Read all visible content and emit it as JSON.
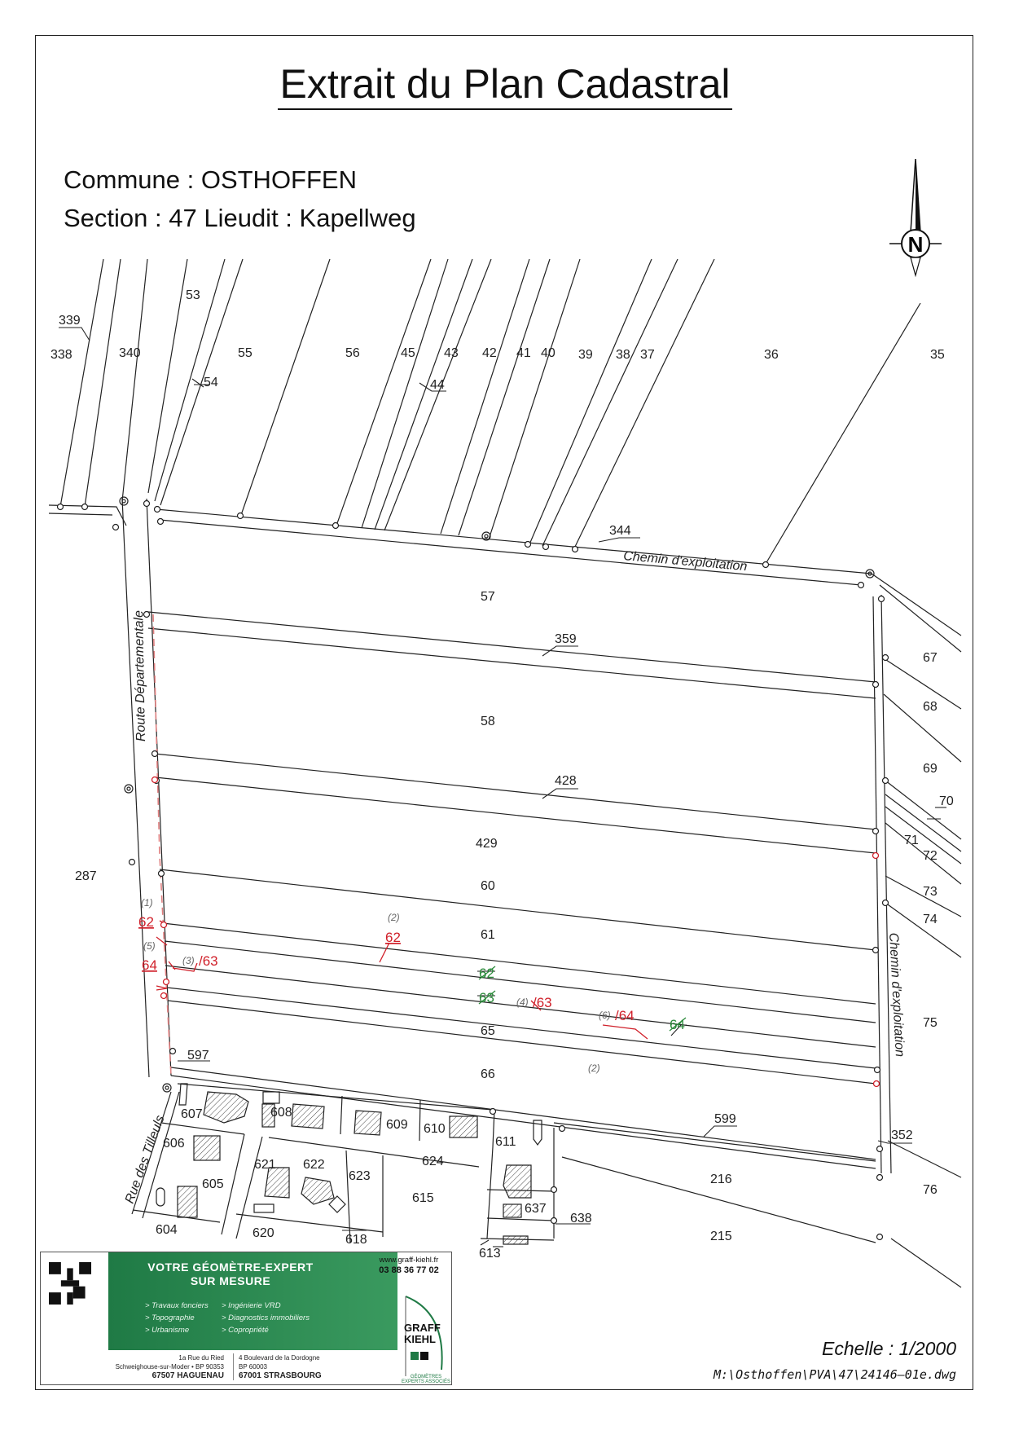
{
  "title": "Extrait du Plan Cadastral",
  "commune_line": "Commune : OSTHOFFEN",
  "section_line": "Section : 47 Lieudit : Kapellweg",
  "north_letter": "N",
  "streets": {
    "route": "Route Départementale",
    "chemin_top": "Chemin d'exploitation",
    "chemin_right": "Chemin d'exploitation",
    "tilleuls": "Rue des Tilleuls"
  },
  "parcels": {
    "p339": "339",
    "p338": "338",
    "p340": "340",
    "p53": "53",
    "p55": "55",
    "p54": "54",
    "p56": "56",
    "p45": "45",
    "p43": "43",
    "p44": "44",
    "p42": "42",
    "p41": "41",
    "p40": "40",
    "p39": "39",
    "p38": "38",
    "p37": "37",
    "p36": "36",
    "p35": "35",
    "p344": "344",
    "p57": "57",
    "p359": "359",
    "p58": "58",
    "p428": "428",
    "p429": "429",
    "p60": "60",
    "p61": "61",
    "p65": "65",
    "p66": "66",
    "p287": "287",
    "p597": "597",
    "p67": "67",
    "p68": "68",
    "p69": "69",
    "p70": "70",
    "p71": "71",
    "p72": "72",
    "p73": "73",
    "p74": "74",
    "p75": "75",
    "p76": "76",
    "p352": "352",
    "p599": "599",
    "p216": "216",
    "p215": "215",
    "p607": "607",
    "p608": "608",
    "p609": "609",
    "p610": "610",
    "p611": "611",
    "p606": "606",
    "p605": "605",
    "p621": "621",
    "p622": "622",
    "p623": "623",
    "p624": "624",
    "p615": "615",
    "p637": "637",
    "p638": "638",
    "p604": "604",
    "p620": "620",
    "p618": "618",
    "p613": "613"
  },
  "red_labels": {
    "r62a": "62",
    "r62b": "62",
    "r64a": "64",
    "r63a": "/63",
    "r63b": "/63",
    "r64b": "/64"
  },
  "green_labels": {
    "g62": "62",
    "g63": "63",
    "g64": "64"
  },
  "grey_notes": {
    "n1": "(1)",
    "n2a": "(2)",
    "n5": "(5)",
    "n3": "(3)",
    "n4": "(4)",
    "n6": "(6)",
    "n2b": "(2)"
  },
  "ad": {
    "headline_1": "VOTRE GÉOMÈTRE-EXPERT",
    "headline_2": "SUR MESURE",
    "services_left": [
      "> Travaux fonciers",
      "> Topographie",
      "> Urbanisme"
    ],
    "services_right": [
      "> Ingénierie VRD",
      "> Diagnostics immobiliers",
      "> Copropriété"
    ],
    "website": "www.graff-kiehl.fr",
    "phone": "03 88 36 77 02",
    "office1_line1": "1a Rue du Ried",
    "office1_line2": "Schweighouse-sur-Moder • BP 90353",
    "office1_city": "67507 HAGUENAU",
    "office2_line1": "4 Boulevard de la Dordogne",
    "office2_line2": "BP 60003",
    "office2_city": "67001 STRASBOURG",
    "brand_1": "GRAFF",
    "brand_2": "KIEHL",
    "brand_sub": "GÉOMÈTRES EXPERTS ASSOCIÉS"
  },
  "scale": "Echelle : 1/2000",
  "file_path": "M:\\Osthoffen\\PVA\\47\\24146–01e.dwg"
}
